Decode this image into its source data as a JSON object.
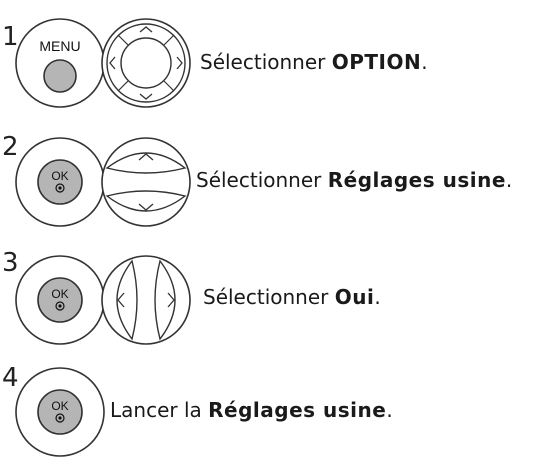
{
  "steps": [
    {
      "number": "1",
      "button": "MENU",
      "prefix": "Sélectionner ",
      "bold": "OPTION",
      "suffix": "."
    },
    {
      "number": "2",
      "button": "OK",
      "prefix": "Sélectionner ",
      "bold": "Réglages usine",
      "suffix": "."
    },
    {
      "number": "3",
      "button": "OK",
      "prefix": "Sélectionner ",
      "bold": "Oui",
      "suffix": "."
    },
    {
      "number": "4",
      "button": "OK",
      "prefix": "Lancer la ",
      "bold": "Réglages usine",
      "suffix": "."
    }
  ],
  "icons": {
    "menu": "menu-button-icon",
    "ok": "ok-button-icon",
    "four_way": "four-way-navigation-icon",
    "up_down": "up-down-navigation-icon",
    "left_right": "left-right-navigation-icon"
  },
  "colors": {
    "button_gray": "#b5b5b5",
    "outline": "#333333",
    "text": "#1a1a1a"
  }
}
